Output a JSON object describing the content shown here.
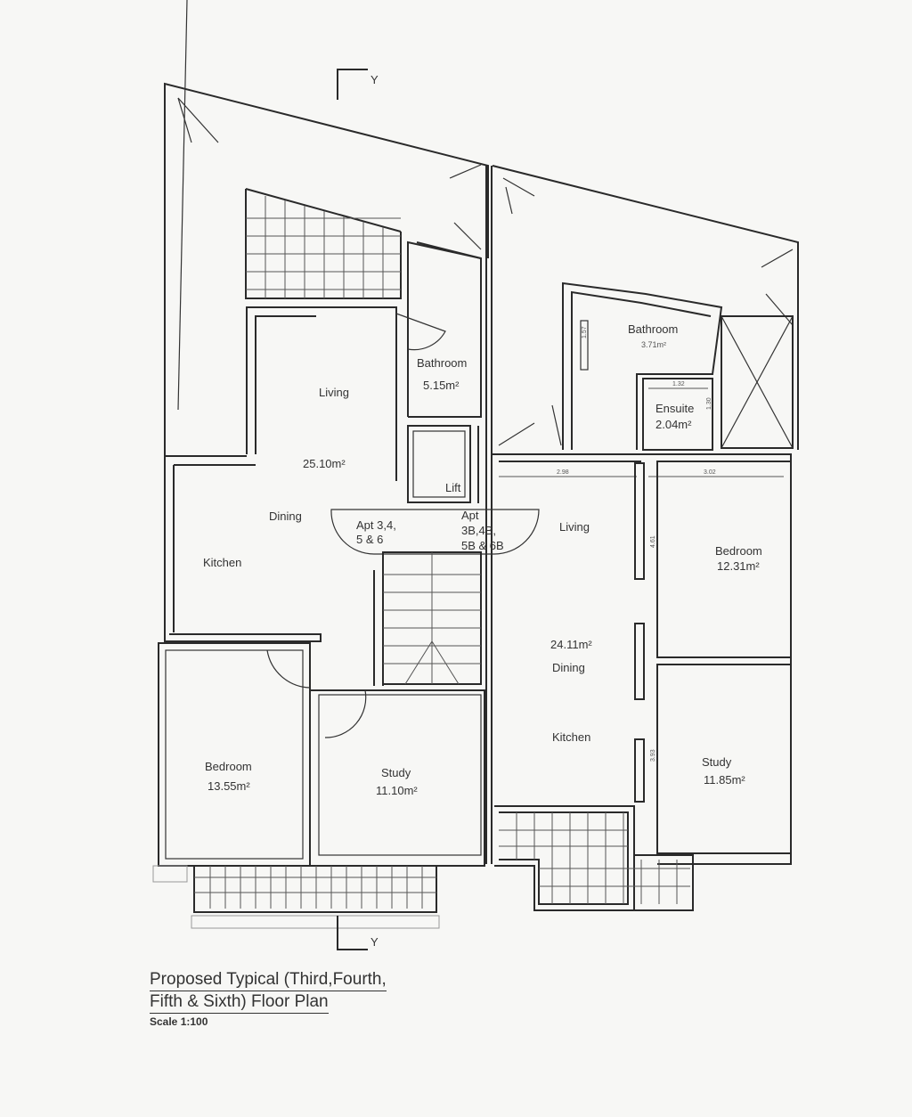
{
  "plan": {
    "title_line1": "Proposed Typical (Third,Fourth,",
    "title_line2": "Fifth & Sixth) Floor Plan",
    "scale": "Scale 1:100",
    "section_marker_top": "Y",
    "section_marker_bottom": "Y"
  },
  "left_apartment": {
    "label": "Apt 3,4,",
    "label2": "5 & 6",
    "rooms": {
      "living": {
        "name": "Living",
        "area": "25.10m²"
      },
      "dining": {
        "name": "Dining"
      },
      "kitchen": {
        "name": "Kitchen"
      },
      "bathroom": {
        "name": "Bathroom",
        "area": "5.15m²"
      },
      "bedroom": {
        "name": "Bedroom",
        "area": "13.55m²"
      },
      "study": {
        "name": "Study",
        "area": "11.10m²"
      }
    }
  },
  "core": {
    "lift": "Lift"
  },
  "right_apartment": {
    "label": "Apt",
    "label2": "3B,4B,",
    "label3": "5B & 6B",
    "rooms": {
      "living": {
        "name": "Living"
      },
      "dining": {
        "name": "Dining",
        "area": "24.11m²"
      },
      "kitchen": {
        "name": "Kitchen"
      },
      "bathroom": {
        "name": "Bathroom",
        "area": "3.71m²"
      },
      "ensuite": {
        "name": "Ensuite",
        "area": "2.04m²"
      },
      "bedroom": {
        "name": "Bedroom",
        "area": "12.31m²"
      },
      "study": {
        "name": "Study",
        "area": "11.85m²"
      }
    },
    "dimensions": {
      "bath_height": "1.57",
      "ensuite_width": "1.32",
      "ensuite_height": "1.30",
      "living_width": "2.98",
      "bedroom_width": "3.02",
      "bedroom_height": "4.61",
      "study_height": "3.93"
    }
  }
}
